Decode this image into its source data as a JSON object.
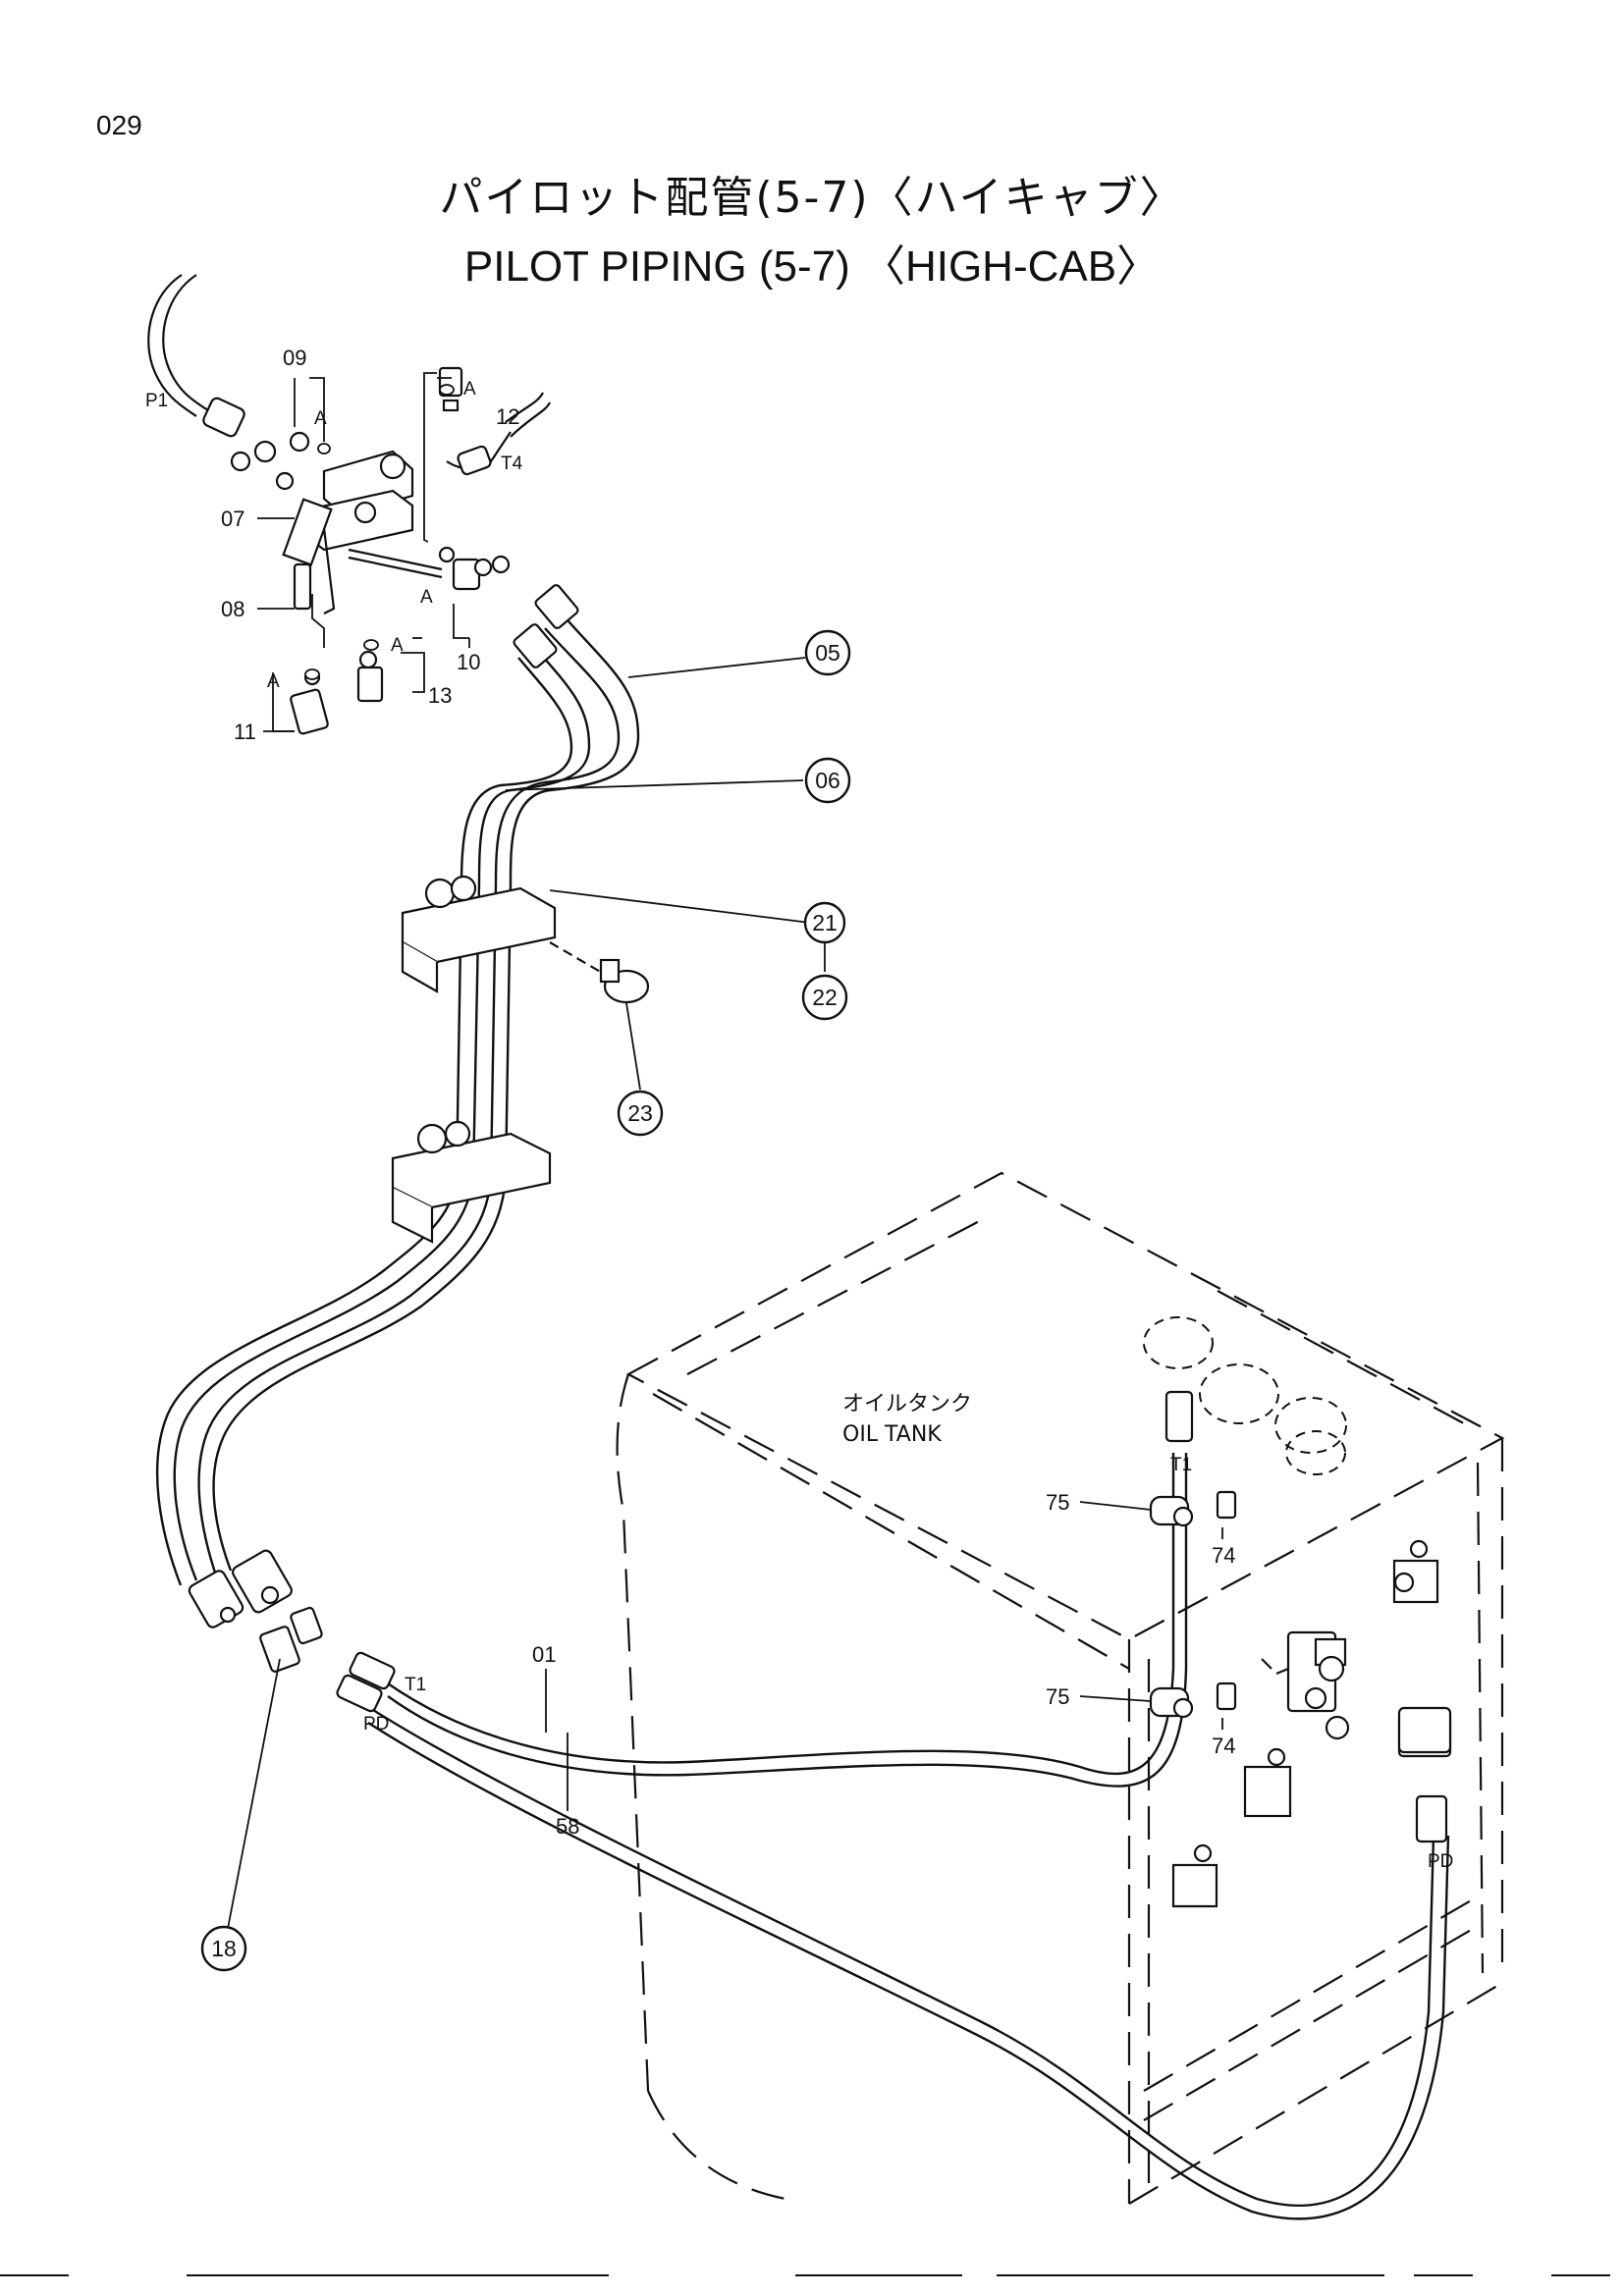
{
  "page_number": "029",
  "title_jp": "パイロット配管(5-7)〈ハイキャブ〉",
  "title_en": "PILOT PIPING (5-7) 〈HIGH-CAB〉",
  "tank_label_jp": "オイルタンク",
  "tank_label_en": "OIL TANK",
  "port_labels": {
    "p1": "P1",
    "t4": "T4",
    "t1_top": "T1",
    "t1_bottom": "T1",
    "pd_left": "PD",
    "pd_right": "PD",
    "a1": "A",
    "a2": "A",
    "a3": "A",
    "a4": "A",
    "a5": "A"
  },
  "part_labels": {
    "p09": "09",
    "p07": "07",
    "p08": "08",
    "p10": "10",
    "p11": "11",
    "p12": "12",
    "p13": "13",
    "p01": "01",
    "p58": "58",
    "p74a": "74",
    "p74b": "74",
    "p75a": "75",
    "p75b": "75"
  },
  "callouts": {
    "c05": "05",
    "c06": "06",
    "c21": "21",
    "c22": "22",
    "c23": "23",
    "c18": "18"
  },
  "colors": {
    "ink": "#111111",
    "paper": "#ffffff"
  }
}
